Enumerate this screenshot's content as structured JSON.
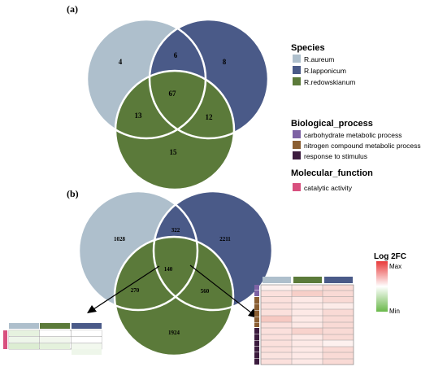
{
  "panel_a": {
    "label": "(a)",
    "regions": {
      "aureum_only": "4",
      "lapponicum_only": "6",
      "redowskianum_only_top": "8",
      "center": "67",
      "left_overlap": "13",
      "right_overlap": "12",
      "bottom": "15"
    }
  },
  "panel_b": {
    "label": "(b)",
    "regions": {
      "aureum_only": "1028",
      "top_overlap": "322",
      "lapponicum_only": "2211",
      "center": "140",
      "left_overlap": "270",
      "right_overlap": "560",
      "bottom": "1924"
    }
  },
  "legend": {
    "species_title": "Species",
    "species": [
      {
        "name": "R.aureum",
        "color": "#aebfcc"
      },
      {
        "name": "R.lapponicum",
        "color": "#4a5a88"
      },
      {
        "name": "R.redowskianum",
        "color": "#5b7a3a"
      }
    ],
    "bp_title": "Biological_process",
    "bp": [
      {
        "name": "carbohydrate metabolic process",
        "color": "#7e62a4"
      },
      {
        "name": "nitrogen compound metabolic process",
        "color": "#8a5e32"
      },
      {
        "name": "response to stimulus",
        "color": "#3c1c3e"
      }
    ],
    "mf_title": "Molecular_function",
    "mf": [
      {
        "name": "catalytic activity",
        "color": "#d8507e"
      }
    ]
  },
  "colorbar": {
    "title": "Log 2FC",
    "max_label": "Max",
    "min_label": "Min",
    "colors": [
      "#e83a3a",
      "#ffffff",
      "#6ab84a"
    ]
  }
}
